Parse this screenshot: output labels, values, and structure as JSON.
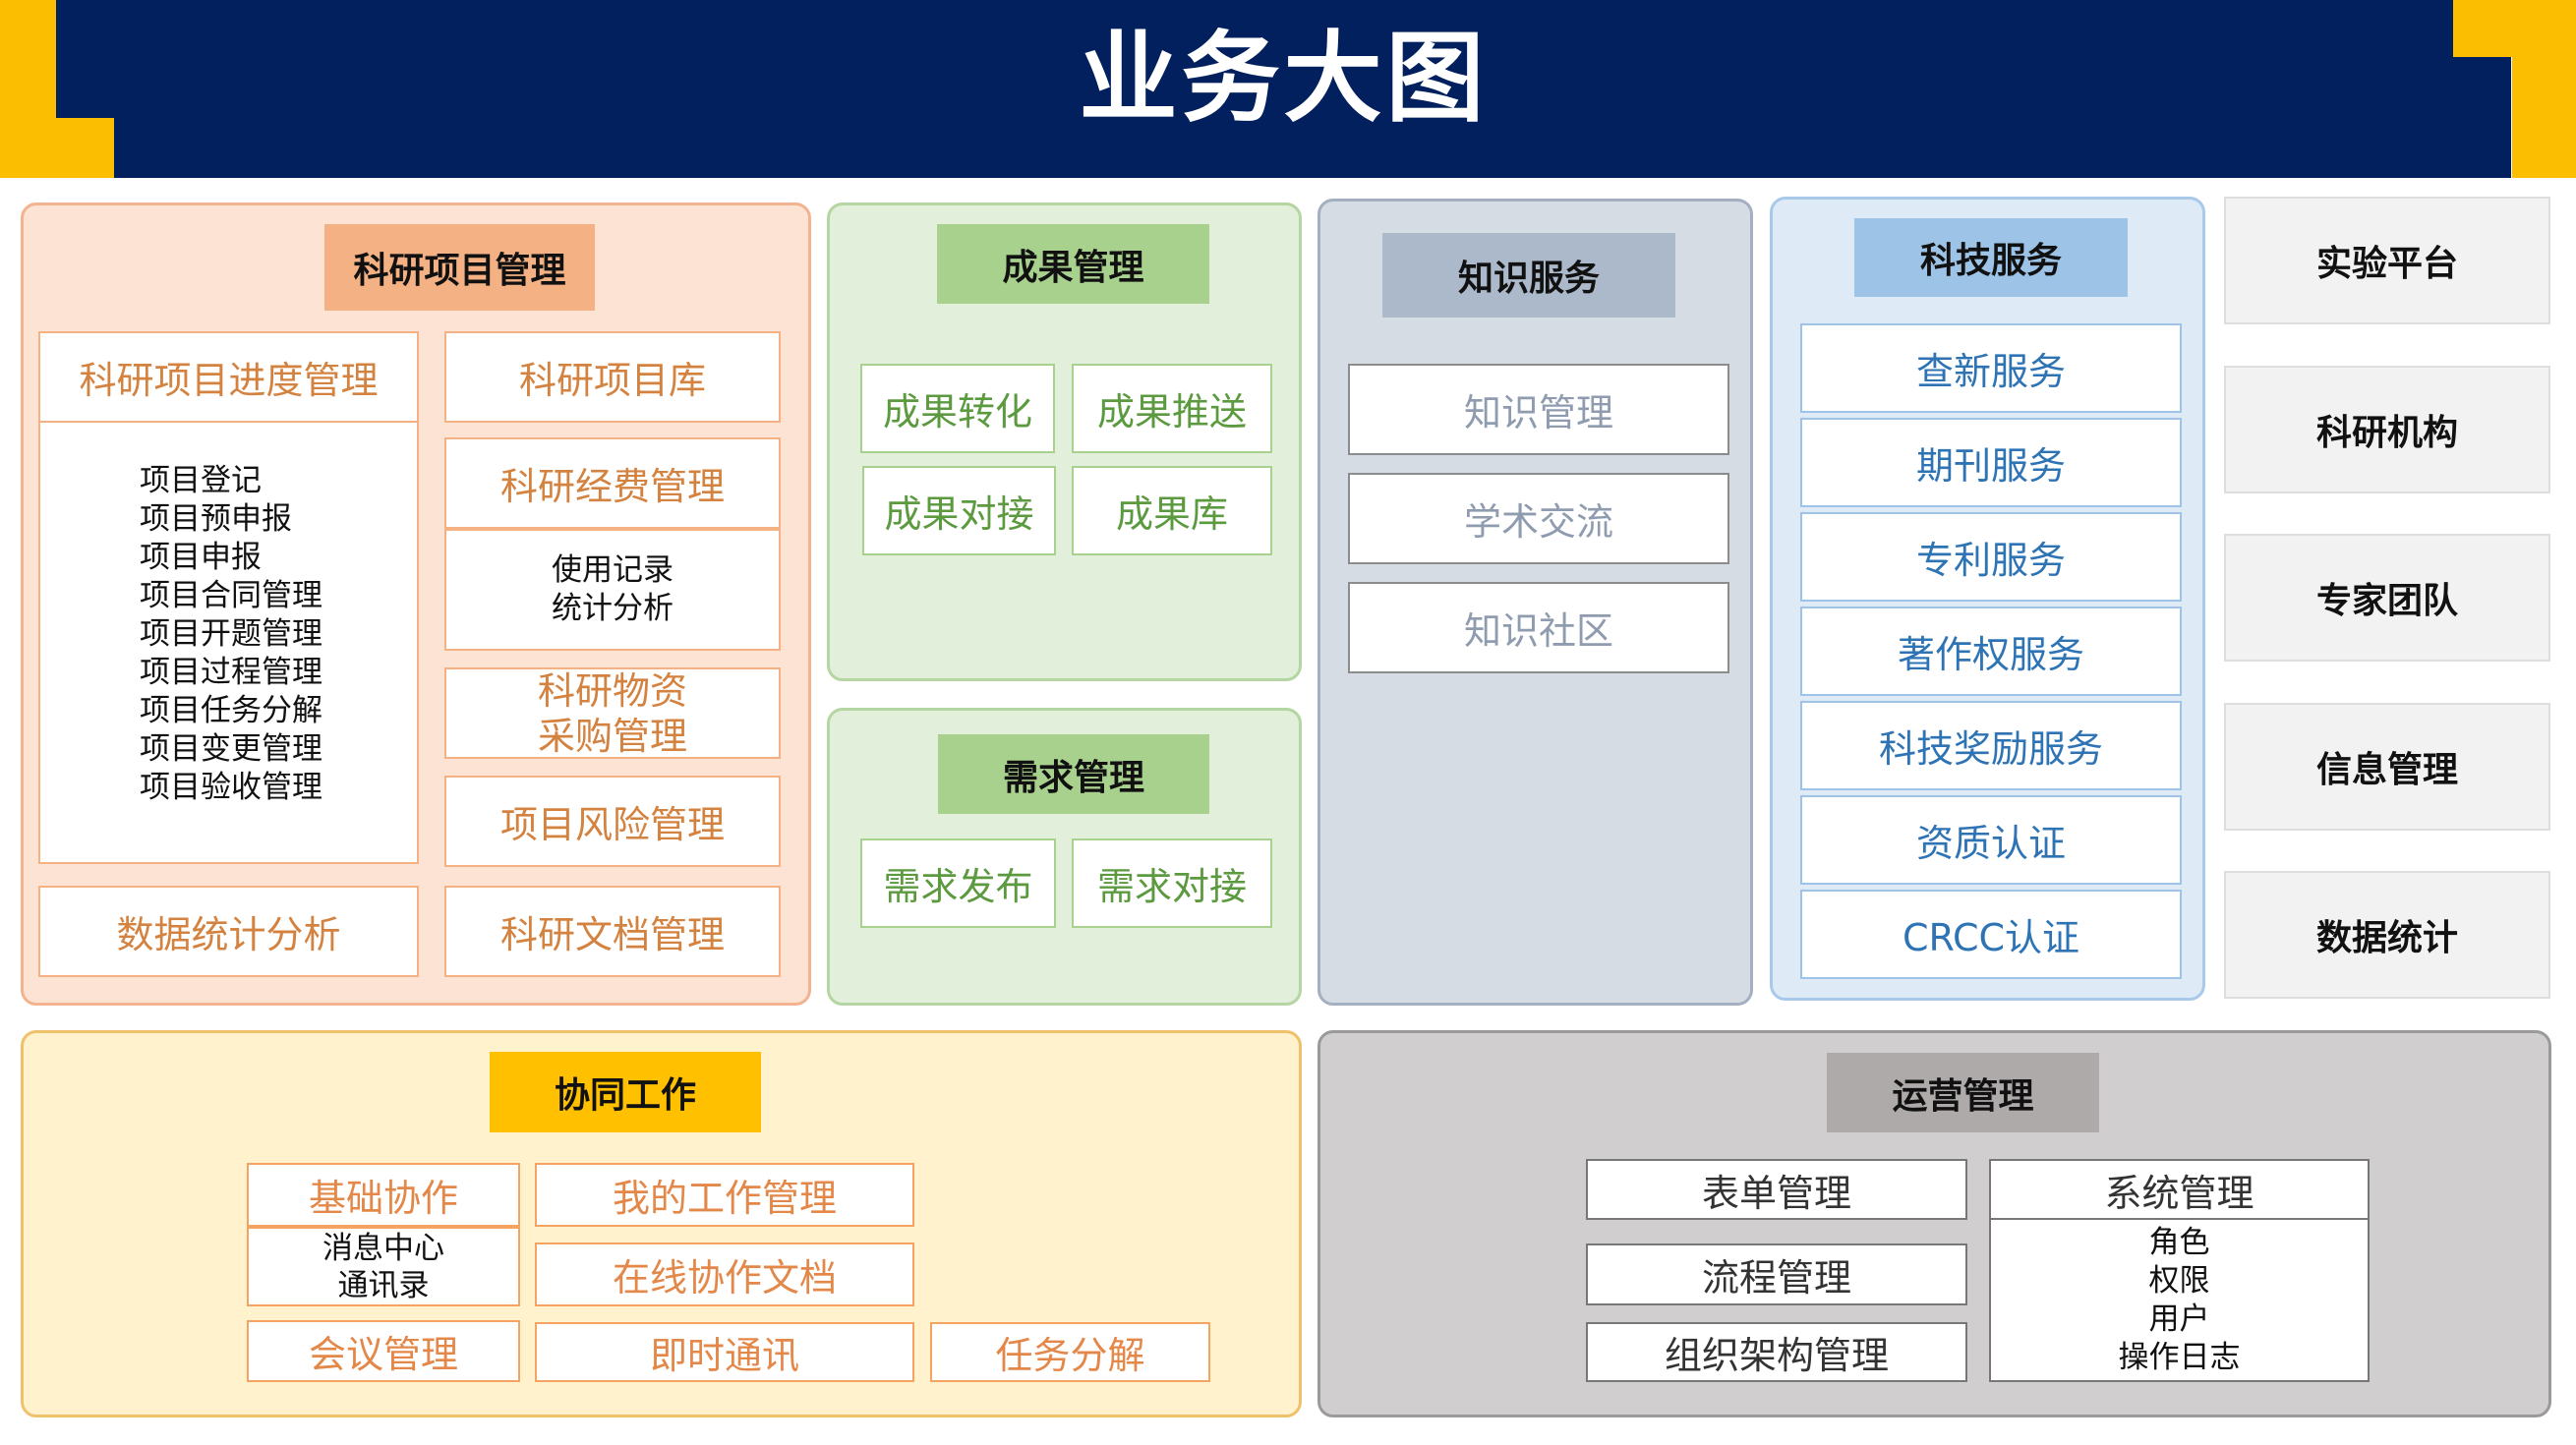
{
  "page": {
    "title": "业务大图"
  },
  "sci_project": {
    "title": "科研项目管理",
    "progress": {
      "label": "科研项目进度管理",
      "items": [
        "项目登记",
        "项目预申报",
        "项目申报",
        "项目合同管理",
        "项目开题管理",
        "项目过程管理",
        "项目任务分解",
        "项目变更管理",
        "项目验收管理"
      ]
    },
    "library": "科研项目库",
    "funds": {
      "label": "科研经费管理",
      "items": [
        "使用记录",
        "统计分析"
      ]
    },
    "materials": {
      "line1": "科研物资",
      "line2": "采购管理"
    },
    "risk": "项目风险管理",
    "stats": "数据统计分析",
    "docs": "科研文档管理"
  },
  "results": {
    "title": "成果管理",
    "items": [
      "成果转化",
      "成果推送",
      "成果对接",
      "成果库"
    ]
  },
  "demand": {
    "title": "需求管理",
    "items": [
      "需求发布",
      "需求对接"
    ]
  },
  "knowledge": {
    "title": "知识服务",
    "items": [
      "知识管理",
      "学术交流",
      "知识社区"
    ]
  },
  "tech": {
    "title": "科技服务",
    "items": [
      "查新服务",
      "期刊服务",
      "专利服务",
      "著作权服务",
      "科技奖励服务",
      "资质认证",
      "CRCC认证"
    ]
  },
  "side": {
    "items": [
      "实验平台",
      "科研机构",
      "专家团队",
      "信息管理",
      "数据统计"
    ]
  },
  "collab": {
    "title": "协同工作",
    "basic": {
      "label": "基础协作",
      "items": [
        "消息中心",
        "通讯录"
      ]
    },
    "work": "我的工作管理",
    "online_doc": "在线协作文档",
    "meeting": "会议管理",
    "im": "即时通讯",
    "task": "任务分解"
  },
  "ops": {
    "title": "运营管理",
    "form": "表单管理",
    "flow": "流程管理",
    "org": "组织架构管理",
    "system": {
      "label": "系统管理",
      "items": [
        "角色",
        "权限",
        "用户",
        "操作日志"
      ]
    }
  },
  "colors": {
    "header": "#01205d",
    "accent": "#fcbe00",
    "orange": "#f4b183",
    "green": "#a9d18e",
    "slate": "#acb9ca",
    "blue": "#9dc3e6",
    "gold": "#ffc000",
    "grey": "#aeaaaa"
  }
}
